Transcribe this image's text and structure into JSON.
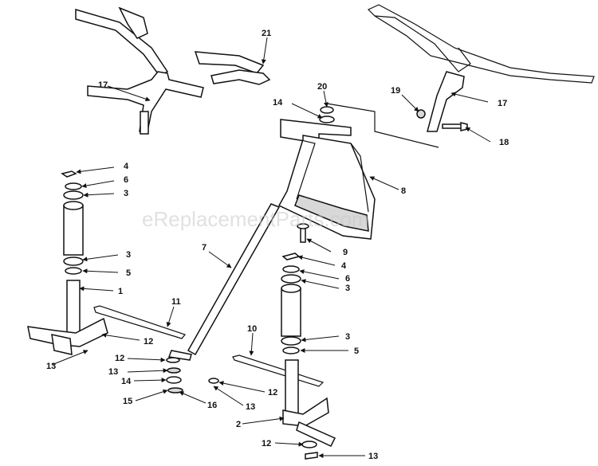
{
  "watermark": "eReplacementParts.com",
  "callouts": {
    "c21": "21",
    "c17a": "17",
    "c17b": "17",
    "c20": "20",
    "c19": "19",
    "c14a": "14",
    "c18": "18",
    "c8": "8",
    "c4a": "4",
    "c6a": "6",
    "c3a": "3",
    "c9": "9",
    "c7": "7",
    "c3b": "3",
    "c5a": "5",
    "c1": "1",
    "c4b": "4",
    "c6b": "6",
    "c3c": "3",
    "c11": "11",
    "c10": "10",
    "c12a": "12",
    "c3d": "3",
    "c5b": "5",
    "c12b": "12",
    "c13a": "13",
    "c13b": "13",
    "c14b": "14",
    "c15": "15",
    "c16": "16",
    "c12c": "12",
    "c13c": "13",
    "c2": "2",
    "c12d": "12",
    "c13d": "13"
  }
}
